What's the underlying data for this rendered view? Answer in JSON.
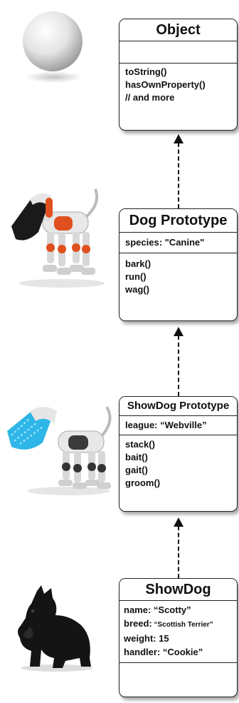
{
  "boxes": {
    "object": {
      "title": "Object",
      "properties": [],
      "methods": [
        "toString()",
        "hasOwnProperty()",
        "// and more"
      ]
    },
    "dog_prototype": {
      "title": "Dog Prototype",
      "properties": [
        "species: \"Canine\""
      ],
      "methods": [
        "bark()",
        "run()",
        "wag()"
      ]
    },
    "showdog_prototype": {
      "title": "ShowDog Prototype",
      "properties": [
        "league: “Webville”"
      ],
      "methods": [
        "stack()",
        "bait()",
        "gait()",
        "groom()"
      ]
    },
    "showdog": {
      "title": "ShowDog",
      "properties": [
        {
          "key": "name:",
          "value": " “Scotty”"
        },
        {
          "key": "breed:",
          "value": " “Scottish Terrier”",
          "small": true
        },
        {
          "key": "weight:",
          "value": " 15"
        },
        {
          "key": "handler:",
          "value": " “Cookie”"
        }
      ]
    }
  },
  "images": [
    "white-sphere",
    "robot-dog-orange",
    "robot-dog-blue",
    "scottish-terrier"
  ],
  "colors": {
    "border": "#222222",
    "arrow": "#111111"
  }
}
